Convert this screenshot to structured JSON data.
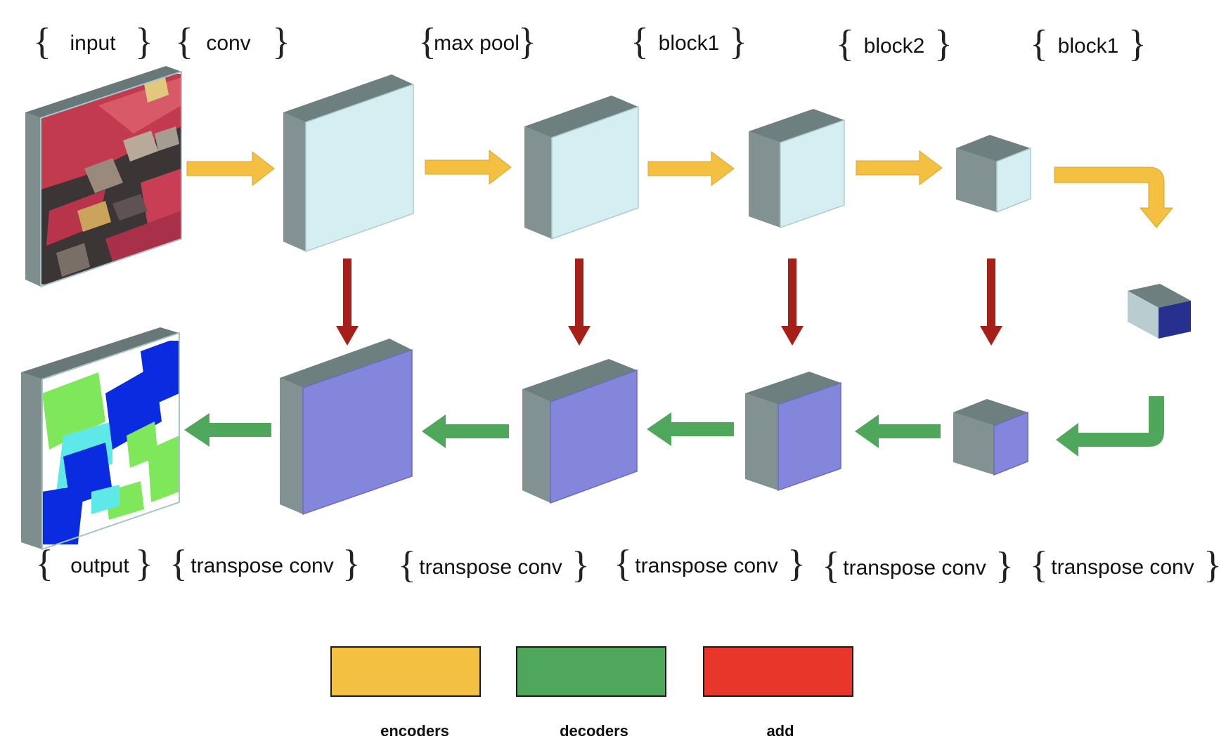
{
  "top_labels": {
    "input": "input",
    "conv": "conv",
    "max_pool": "max pool",
    "block1_a": "block1",
    "block2": "block2",
    "block1_b": "block1"
  },
  "bottom_labels": {
    "output": "output",
    "tconv_1": "transpose conv",
    "tconv_2": "transpose conv",
    "tconv_3": "transpose conv",
    "tconv_4": "transpose conv",
    "tconv_5": "transpose conv"
  },
  "legend": {
    "encoders": "encoders",
    "decoders": "decoders",
    "add": "add"
  },
  "colors": {
    "encoder": "#F3C041",
    "decoder": "#4EA75B",
    "add": "#E8372A",
    "add_arrow": "#A52018",
    "encoder_face": "#D4EEF1",
    "decoder_face": "#8486DC",
    "block_top": "#6E7F80",
    "block_side": "#829292"
  }
}
